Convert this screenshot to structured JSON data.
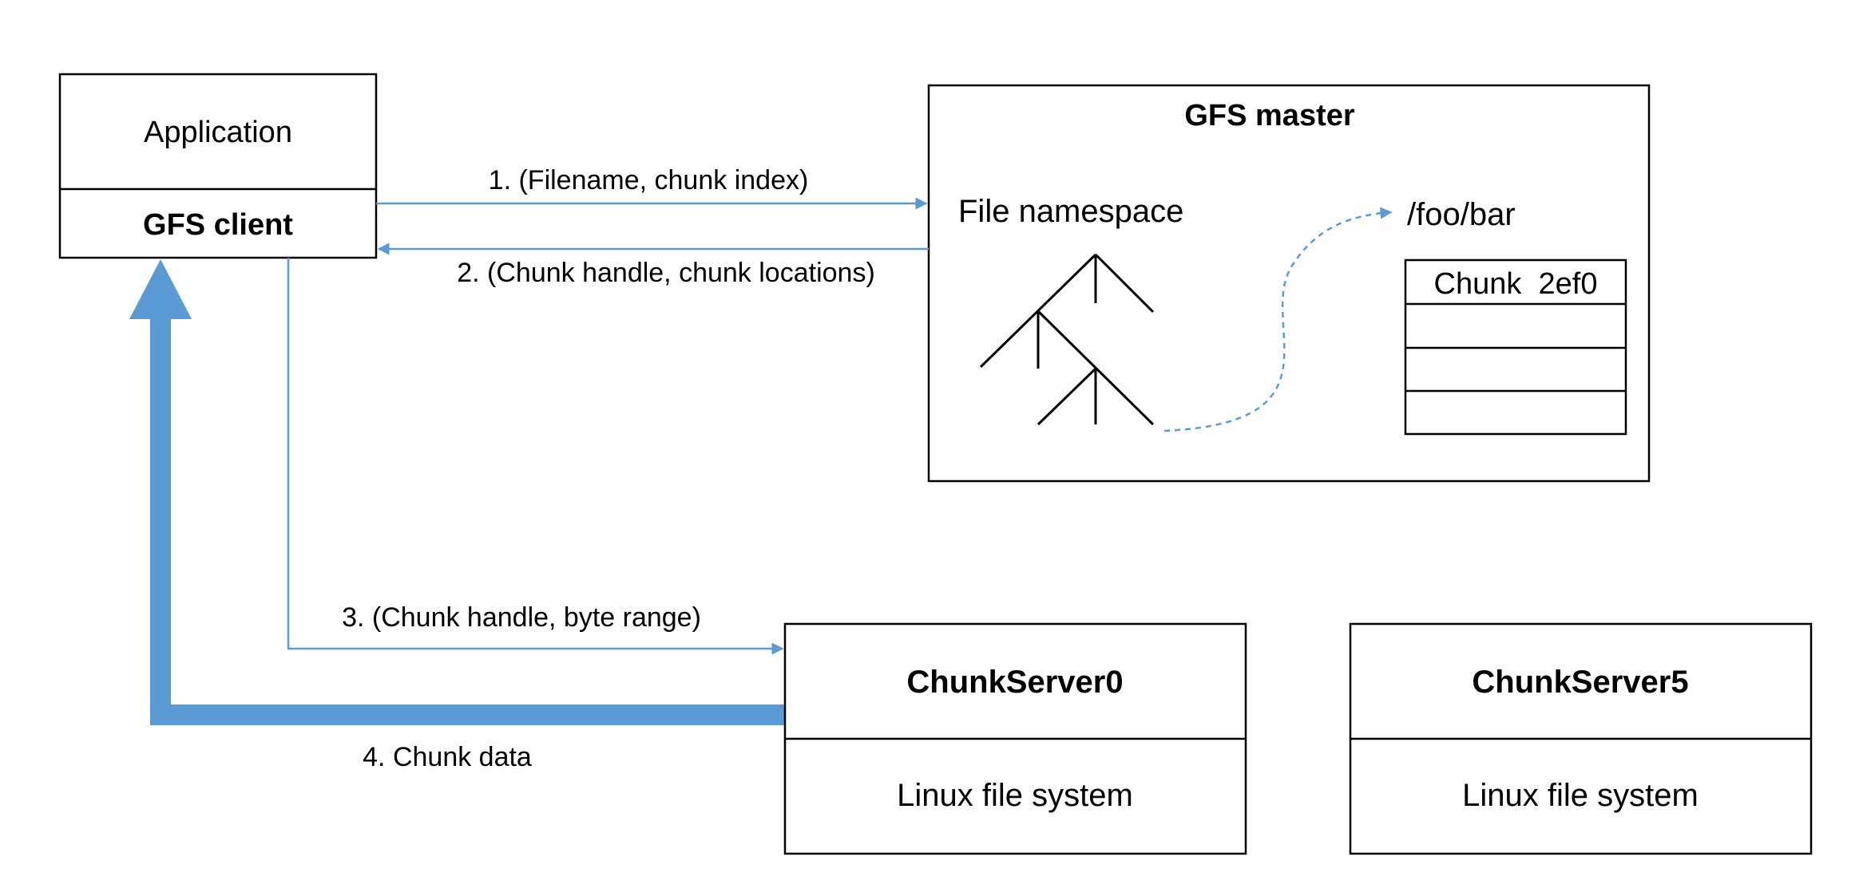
{
  "application": {
    "title": "Application",
    "client_label": "GFS client"
  },
  "master": {
    "title": "GFS master",
    "namespace_label": "File namespace",
    "file_path": "/foo/bar",
    "chunk_table_header": "Chunk  2ef0"
  },
  "chunkservers": [
    {
      "name": "ChunkServer0",
      "fs_label": "Linux file system"
    },
    {
      "name": "ChunkServer5",
      "fs_label": "Linux file system"
    }
  ],
  "messages": {
    "request": "1. (Filename, chunk index)",
    "reply": "2. (Chunk handle, chunk locations)",
    "read_request": "3. (Chunk handle, byte range)",
    "data": "4. Chunk data"
  },
  "colors": {
    "arrow": "#5b9bd5",
    "stroke": "#000000"
  }
}
